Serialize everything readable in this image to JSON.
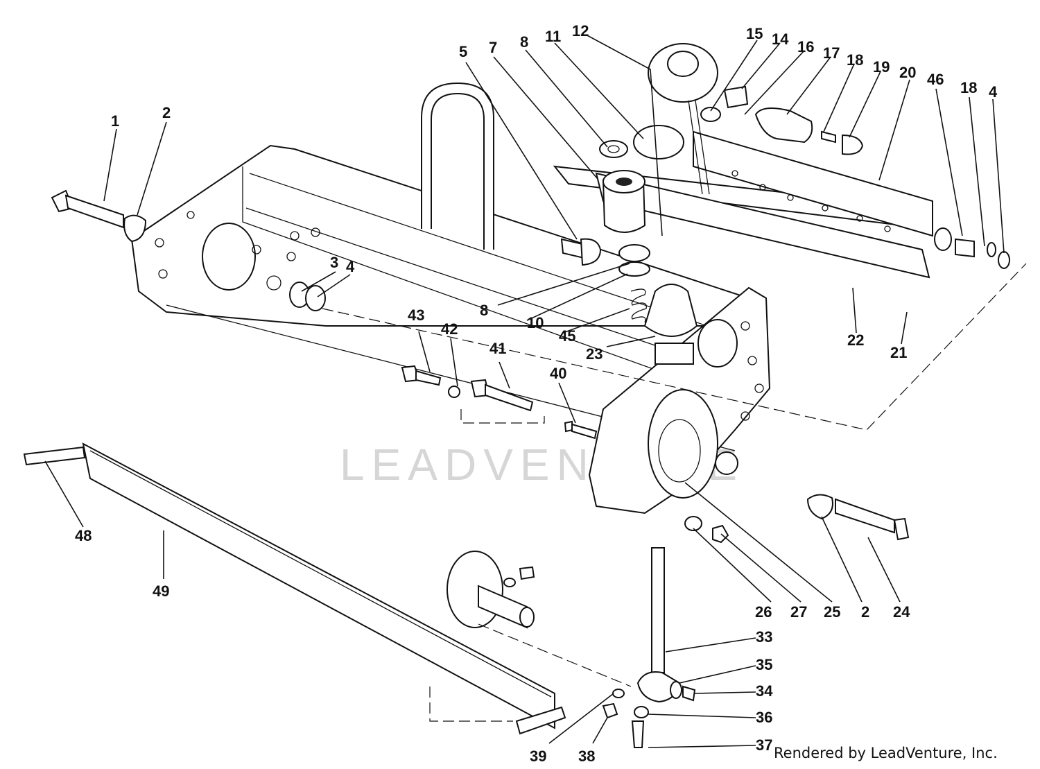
{
  "watermark": "LEADVENTURE",
  "credit": "Rendered by LeadVenture, Inc.",
  "parts": [
    "1",
    "2",
    "3",
    "4",
    "5",
    "7",
    "8",
    "10",
    "11",
    "12",
    "14",
    "15",
    "16",
    "17",
    "18",
    "19",
    "20",
    "21",
    "22",
    "23",
    "24",
    "25",
    "26",
    "27",
    "33",
    "34",
    "35",
    "36",
    "37",
    "38",
    "39",
    "40",
    "41",
    "42",
    "43",
    "45",
    "46",
    "48",
    "49"
  ]
}
